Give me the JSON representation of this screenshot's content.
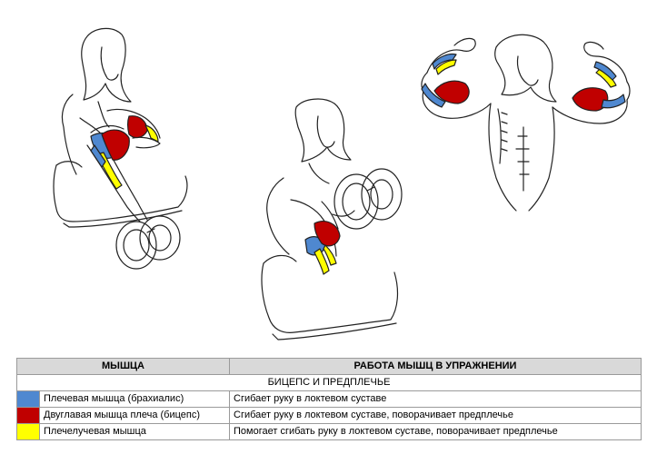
{
  "table": {
    "headers": [
      "МЫШЦА",
      "РАБОТА МЫШЦ В УПРАЖНЕНИИ"
    ],
    "section": "БИЦЕПС И ПРЕДПЛЕЧЬЕ",
    "rows": [
      {
        "color": "#4f88d0",
        "muscle": "Плечевая мышца (брахиалис)",
        "work": "Сгибает руку в локтевом суставе"
      },
      {
        "color": "#c00000",
        "muscle": "Двуглавая мышца плеча (бицепс)",
        "work": "Сгибает руку в локтевом суставе, поворачивает предплечье"
      },
      {
        "color": "#ffff00",
        "muscle": "Плечелучевая мышца",
        "work": "Помогает сгибать руку в локтевом суставе, поворачивает предплечье"
      }
    ]
  }
}
